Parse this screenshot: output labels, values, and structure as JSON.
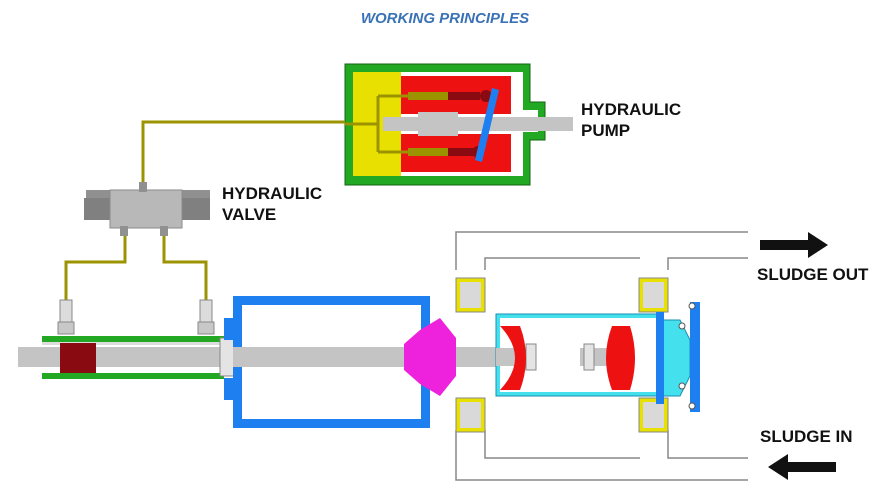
{
  "title": "WORKING PRINCIPLES",
  "labels": {
    "pump": "HYDRAULIC\nPUMP",
    "valve": "HYDRAULIC\nVALVE",
    "sludge_out": "SLUDGE OUT",
    "sludge_in": "SLUDGE IN"
  },
  "colors": {
    "title": "#3a72b6",
    "pump_housing": "#22a822",
    "pump_chamber": "#e8e000",
    "pump_piston": "#ee1111",
    "hydraulic_line": "#9b9300",
    "valve_body": "#a8a8a8",
    "cylinder_body": "#1e7ff0",
    "piston_head": "#ee22dd",
    "piston_rod": "#c4c4c4",
    "block": "#8a0a12",
    "material_cylinder": "#44e0ee",
    "seal": "#ee1111",
    "valve_seat": "#e8e000"
  },
  "icons": [
    "arrow-right-icon",
    "arrow-left-icon"
  ]
}
